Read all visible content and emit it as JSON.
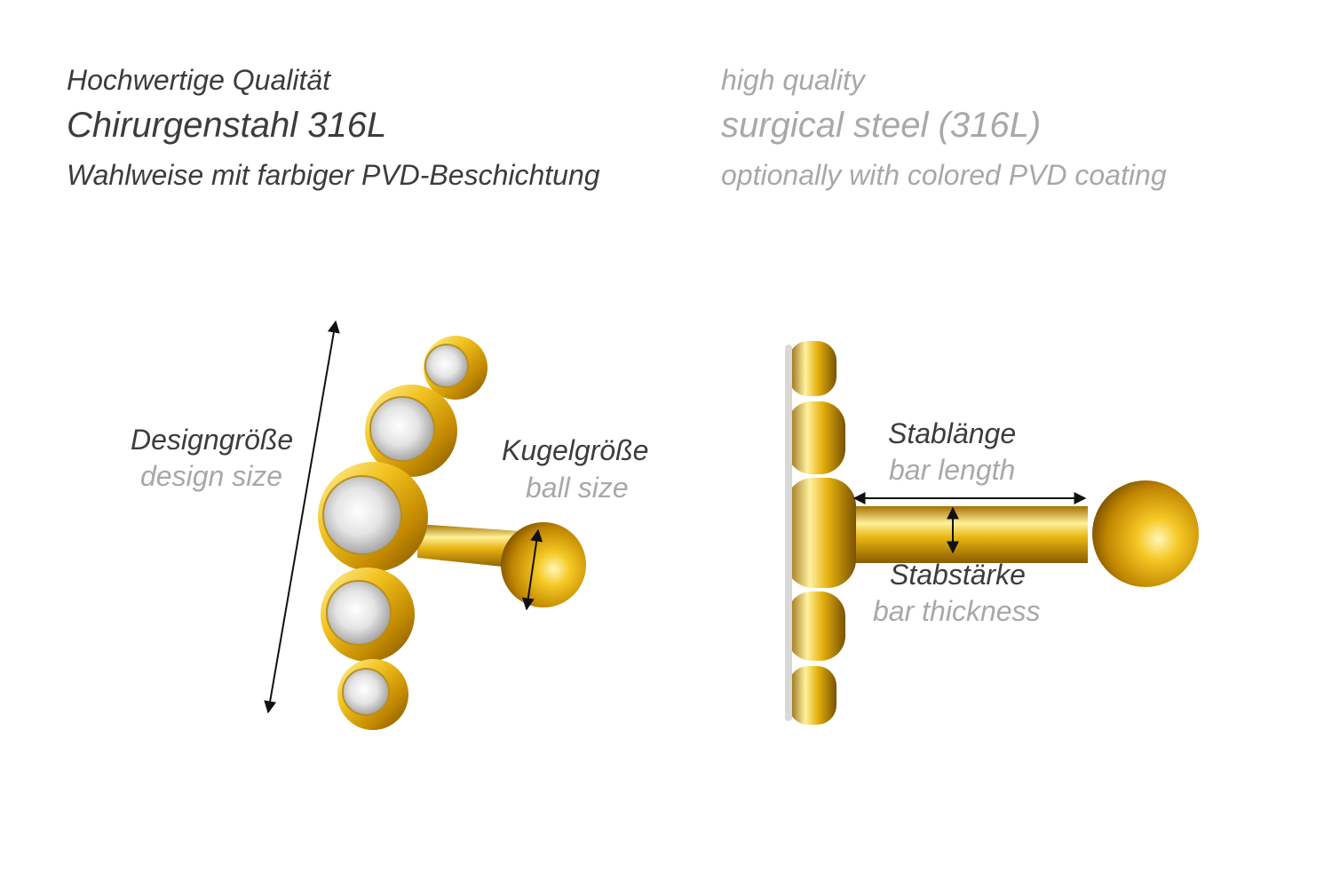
{
  "header": {
    "de": {
      "quality": "Hochwertige Qualität",
      "material": "Chirurgenstahl 316L",
      "coating": "Wahlweise mit farbiger PVD-Beschichtung"
    },
    "en": {
      "quality": "high quality",
      "material": "surgical steel (316L)",
      "coating": "optionally with colored PVD coating"
    }
  },
  "labels": {
    "design_size": {
      "de": "Designgröße",
      "en": "design size"
    },
    "ball_size": {
      "de": "Kugelgröße",
      "en": "ball size"
    },
    "bar_length": {
      "de": "Stablänge",
      "en": "bar length"
    },
    "bar_thickness": {
      "de": "Stabstärke",
      "en": "bar thickness"
    }
  },
  "colors": {
    "gold": "#e8b512",
    "gold_dark": "#9a6a00",
    "gold_light": "#fff2a0",
    "text_de": "#3c3c3c",
    "text_en": "#a8a8a8"
  }
}
